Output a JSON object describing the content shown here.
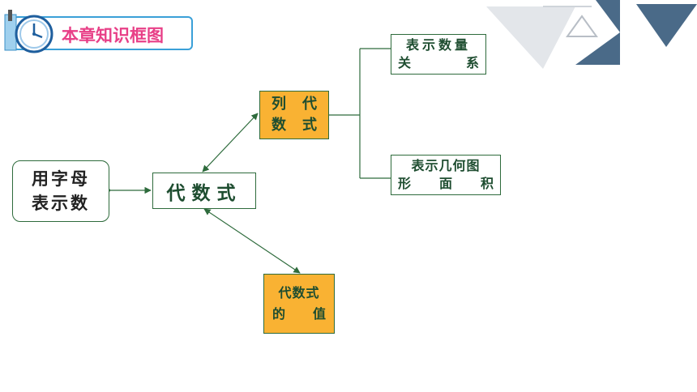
{
  "header": {
    "title": "本章知识框图",
    "icon": "clock-icon"
  },
  "diagram": {
    "start_node": {
      "line1": "用字母",
      "line2": "表示数"
    },
    "center_node": "代数式",
    "list_node": {
      "l1a": "列",
      "l1b": "代",
      "l2a": "数",
      "l2b": "式"
    },
    "value_node": {
      "line1": "代数式",
      "l2a": "的",
      "l2b": "值"
    },
    "quantity_node": {
      "line1": "表示数量",
      "l2a": "关",
      "l2b": "系"
    },
    "geometry_node": {
      "line1": "表示几何图",
      "l2a": "形",
      "l2b": "面",
      "l2c": "积"
    }
  },
  "colors": {
    "line": "#2e6b3c",
    "orange": "#f9b233",
    "header_text": "#e83f87",
    "header_border": "#3aa0d8",
    "deco_dark": "#4a6a88",
    "deco_light": "#d9dde2"
  }
}
